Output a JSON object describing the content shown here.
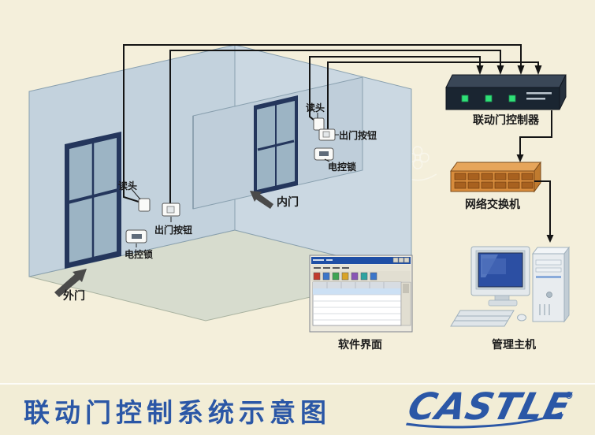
{
  "banner": {
    "title": "联动门控制系统示意图",
    "logo_text": "CASTLE",
    "registered_mark": "®"
  },
  "room": {
    "outer_door": "外门",
    "inner_door": "内门"
  },
  "devices": {
    "outer": {
      "reader": "读头",
      "exit_button": "出门按钮",
      "lock": "电控锁"
    },
    "inner": {
      "reader": "读头",
      "exit_button": "出门按钮",
      "lock": "电控锁"
    }
  },
  "equipment": {
    "controller": "联动门控制器",
    "network_switch": "网络交换机",
    "software_ui": "软件界面",
    "management_host": "管理主机"
  },
  "colors": {
    "background": "#F4EFDB",
    "accent_blue": "#2B57A6",
    "wall": "#C3D2DD",
    "floor": "#D7DCCE",
    "controller_body": "#1A2531",
    "switch_body": "#D88C3C",
    "led_green": "#2FE077",
    "wire": "#141414"
  }
}
